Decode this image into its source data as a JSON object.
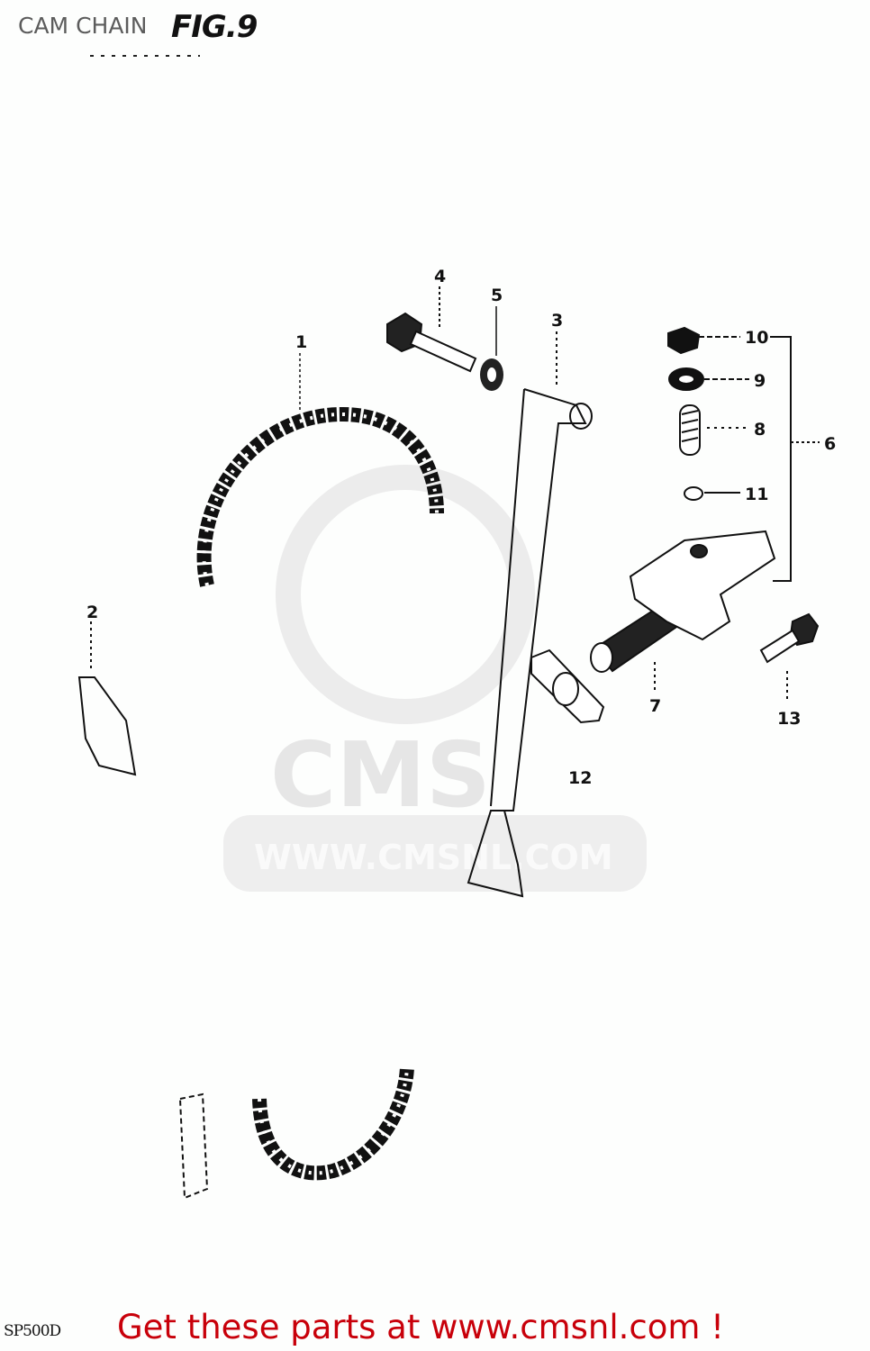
{
  "header": {
    "title": "CAM CHAIN",
    "figure_label": "FIG.9"
  },
  "parts": [
    {
      "number": "1"
    },
    {
      "number": "2"
    },
    {
      "number": "3"
    },
    {
      "number": "4"
    },
    {
      "number": "5"
    },
    {
      "number": "6"
    },
    {
      "number": "7"
    },
    {
      "number": "8"
    },
    {
      "number": "9"
    },
    {
      "number": "10"
    },
    {
      "number": "11"
    },
    {
      "number": "12"
    },
    {
      "number": "13"
    }
  ],
  "watermark": {
    "text": "CMS",
    "url": "WWW.CMSNL.COM"
  },
  "footer": {
    "model_code": "SP500D",
    "promo": "Get these parts at www.cmsnl.com !"
  }
}
